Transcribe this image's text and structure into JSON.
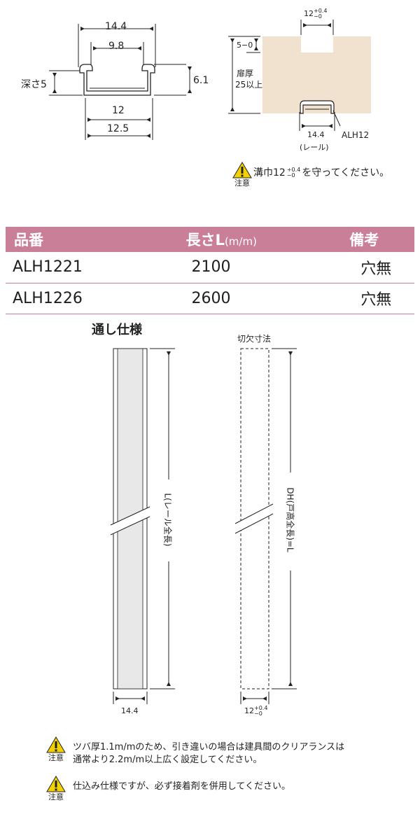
{
  "profile": {
    "outer_width": "14.4",
    "inner_width": "9.8",
    "depth_label": "深さ5",
    "height": "6.1",
    "base_inner": "12",
    "base_outer": "12.5"
  },
  "door": {
    "groove_label": "12",
    "groove_sup": "+0.4",
    "groove_sub": "−0",
    "offset": "5−0",
    "thickness_line1": "扉厚",
    "thickness_line2": "25以上",
    "rail_width": "14.4",
    "rail_paren": "(レール)",
    "model": "ALH12"
  },
  "caution_top": {
    "badge": "注意",
    "text_a": "溝巾12",
    "text_sup": "+0.4",
    "text_sub": "−0",
    "text_b": "を守ってください。"
  },
  "table": {
    "headers": [
      "品番",
      "長さL",
      "備考"
    ],
    "header_unit": "(m/m)",
    "rows": [
      {
        "code": "ALH1221",
        "length": "2100",
        "note": "穴無"
      },
      {
        "code": "ALH1226",
        "length": "2600",
        "note": "穴無"
      }
    ]
  },
  "section_title": "通し仕様",
  "cutout_title": "切欠寸法",
  "rail_length_label": "L(レール全長)",
  "door_height_label": "DH(戸高全長)=L",
  "rail_bottom_width": "14.4",
  "cut_bottom_width": "12",
  "cut_bottom_sup": "+0.4",
  "cut_bottom_sub": "−0",
  "notes": [
    {
      "badge": "注意",
      "line1": "ツバ厚1.1m/mのため、引き違いの場合は建具間のクリアランスは",
      "line2": "通常より2.2m/m以上広く設定してください。"
    },
    {
      "badge": "注意",
      "line1": "仕込み仕様ですが、必ず接着剤を併用してください。",
      "line2": ""
    }
  ],
  "colors": {
    "header_bg": "#c97f97",
    "door_fill": "#f1e2cf",
    "rail_fill": "#e8e8e8",
    "warn_yellow": "#f4d000"
  }
}
